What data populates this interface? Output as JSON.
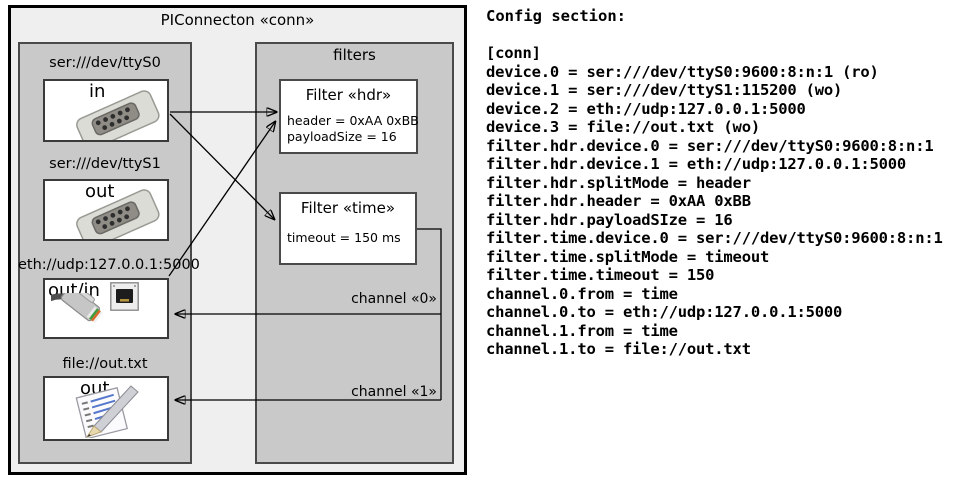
{
  "diagram": {
    "title": "PIConnecton «conn»",
    "filters_panel_title": "filters",
    "devices": [
      {
        "label": "ser:///dev/ttyS0",
        "direction": "in",
        "icon": "serial-connector-icon"
      },
      {
        "label": "ser:///dev/ttyS1",
        "direction": "out",
        "icon": "serial-connector-icon"
      },
      {
        "label": "eth://udp:127.0.0.1:5000",
        "direction": "out/in",
        "icon": "ethernet-icon"
      },
      {
        "label": "file://out.txt",
        "direction": "out",
        "icon": "notepad-icon"
      }
    ],
    "filters": [
      {
        "title": "Filter «hdr»",
        "properties": [
          "header = 0xAA 0xBB",
          "payloadSize = 16"
        ]
      },
      {
        "title": "Filter «time»",
        "properties": [
          "timeout = 150 ms"
        ]
      }
    ],
    "channels": [
      {
        "label": "channel «0»"
      },
      {
        "label": "channel «1»"
      }
    ],
    "colors": {
      "outer_fill": "#efefef",
      "panel_fill": "#c9c9c9",
      "box_fill": "#ffffff",
      "line": "#000000"
    }
  },
  "config": {
    "heading": "Config section:",
    "body_lines": [
      "[conn]",
      "device.0 = ser:///dev/ttyS0:9600:8:n:1 (ro)",
      "device.1 = ser:///dev/ttyS1:115200 (wo)",
      "device.2 = eth://udp:127.0.0.1:5000",
      "device.3 = file://out.txt (wo)",
      "filter.hdr.device.0 = ser:///dev/ttyS0:9600:8:n:1",
      "filter.hdr.device.1 = eth://udp:127.0.0.1:5000",
      "filter.hdr.splitMode = header",
      "filter.hdr.header = 0xAA 0xBB",
      "filter.hdr.payloadSIze = 16",
      "filter.time.device.0 = ser:///dev/ttyS0:9600:8:n:1",
      "filter.time.splitMode = timeout",
      "filter.time.timeout = 150",
      "channel.0.from = time",
      "channel.0.to = eth://udp:127.0.0.1:5000",
      "channel.1.from = time",
      "channel.1.to = file://out.txt"
    ]
  }
}
